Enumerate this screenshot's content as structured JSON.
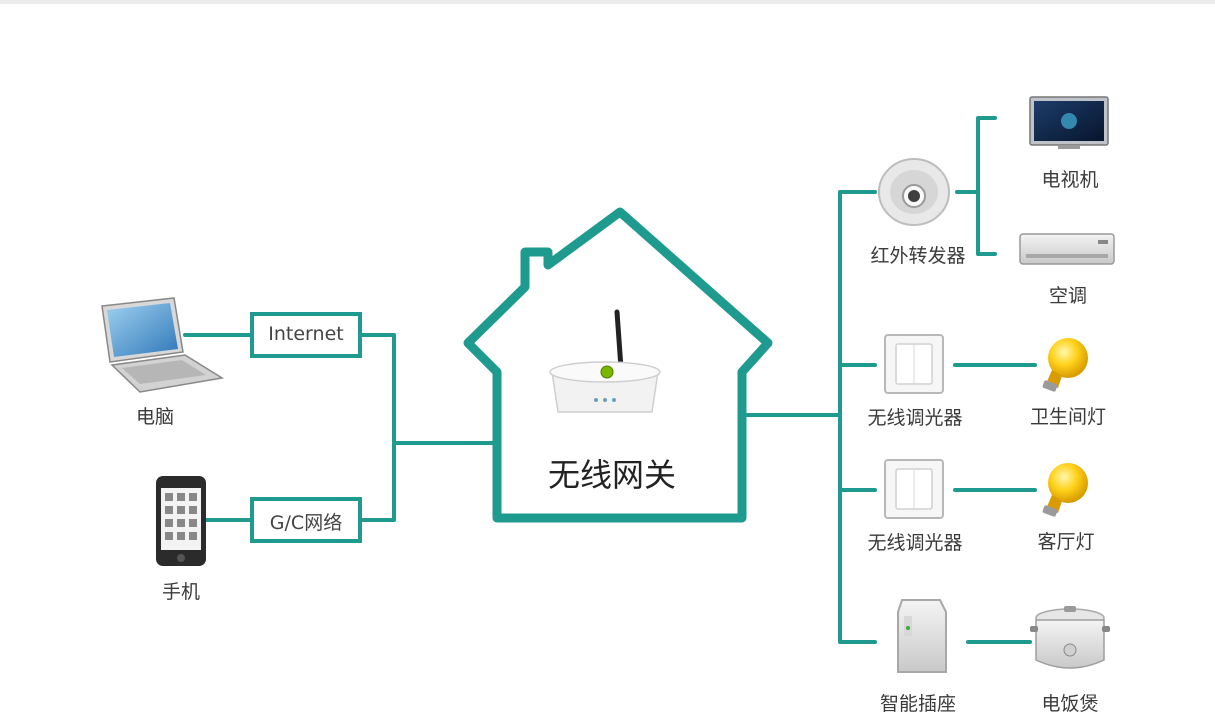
{
  "diagram": {
    "colors": {
      "line": "#1f9a8e",
      "house": "#1f9a8e",
      "bulb": "#f3c300"
    },
    "hub": {
      "label": "无线网关",
      "icon": "wireless-router-icon"
    },
    "left": {
      "computer_label": "电脑",
      "phone_label": "手机",
      "internet_label": "Internet",
      "mobile_net_label": "G/C网络"
    },
    "right": {
      "ir_forwarder_label": "红外转发器",
      "tv_label": "电视机",
      "ac_label": "空调",
      "dimmer1_label": "无线调光器",
      "lamp1_label": "卫生间灯",
      "dimmer2_label": "无线调光器",
      "lamp2_label": "客厅灯",
      "plug_label": "智能插座",
      "cooker_label": "电饭煲"
    }
  }
}
